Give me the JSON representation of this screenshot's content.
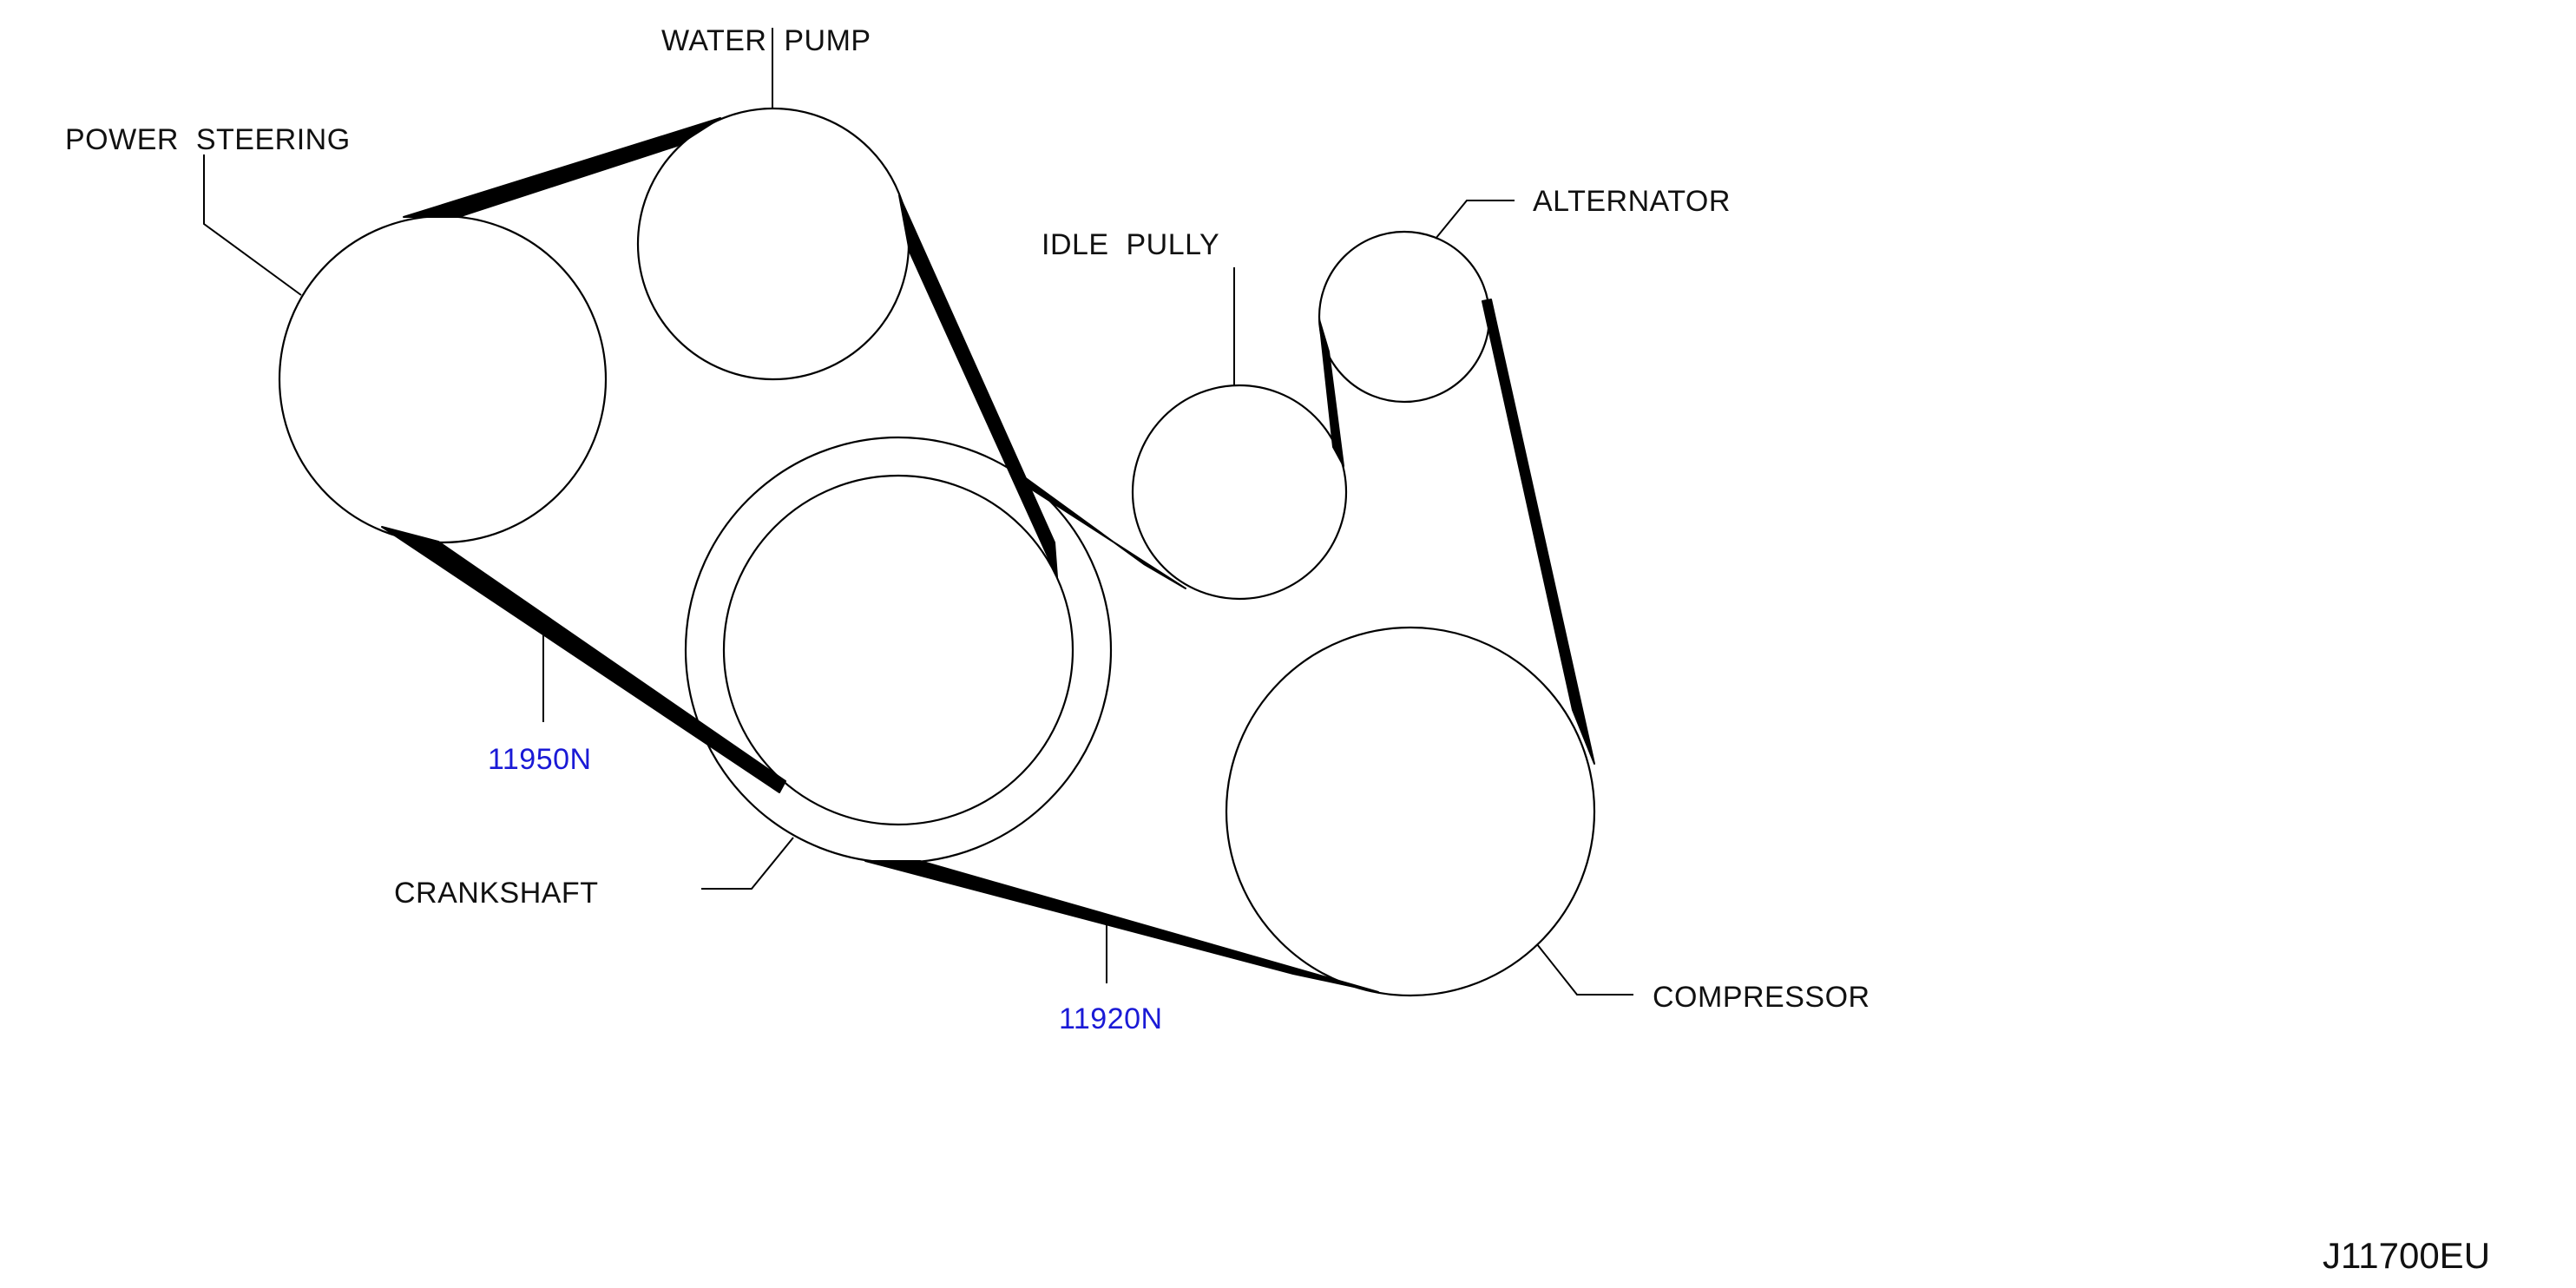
{
  "labels": {
    "water_pump": "WATER  PUMP",
    "power_steering": "POWER  STEERING",
    "idle_pully": "IDLE  PULLY",
    "alternator": "ALTERNATOR",
    "crankshaft": "CRANKSHAFT",
    "compressor": "COMPRESSOR"
  },
  "parts": {
    "belt_power_steering": "11950N",
    "belt_compressor": "11920N"
  },
  "reference_code": "J11700EU",
  "colors": {
    "line": "#000000",
    "part_number": "#1a1ad6"
  }
}
